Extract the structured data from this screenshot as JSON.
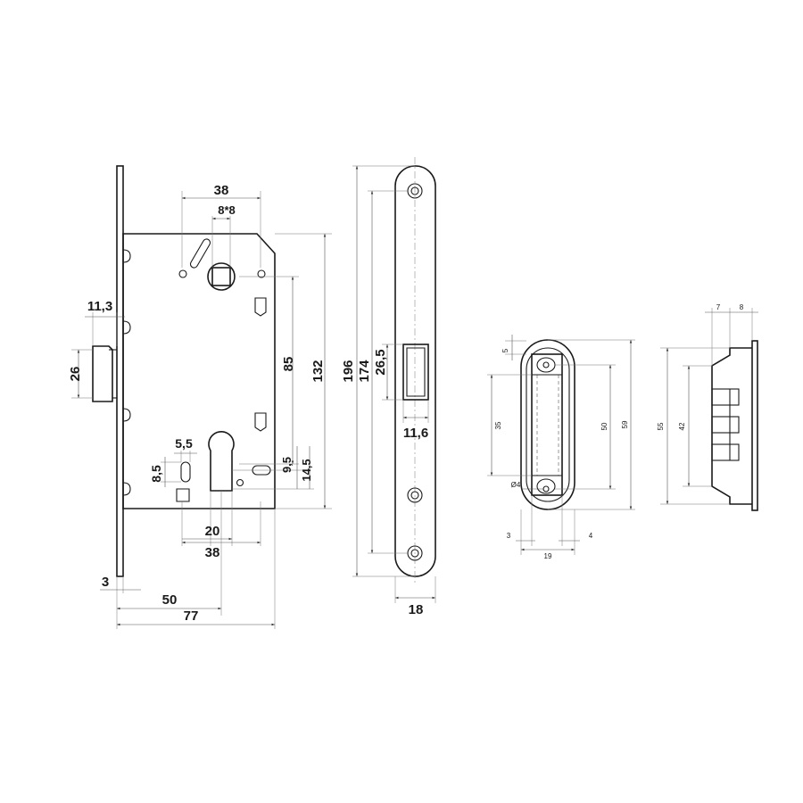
{
  "mortise_lock": {
    "dims": {
      "spindle_spacing_top": "38",
      "square_size": "8*8",
      "faceplate_to_latch": "11,3",
      "latch_height": "26",
      "handle_to_cylinder": "85",
      "case_height": "132",
      "cylinder_to_top_slot": "9,5",
      "cylinder_to_bottom": "14,5",
      "slot_width": "5,5",
      "slot_height": "8,5",
      "cylinder_width": "20",
      "spindle_spacing_bottom": "38",
      "faceplate_thickness": "3",
      "backset": "50",
      "case_depth": "77"
    }
  },
  "faceplate": {
    "dims": {
      "overall_height": "196",
      "screw_spacing": "174",
      "latch_opening_height": "26,5",
      "latch_opening_width": "11,6",
      "width": "18"
    }
  },
  "strike_front": {
    "dims": {
      "top_offset": "5",
      "pocket_height": "35",
      "screw_spacing": "50",
      "overall_height": "59",
      "hole_diameter": "Ø4",
      "edge_offset_left": "3",
      "edge_offset_right": "4",
      "width": "19"
    }
  },
  "strike_side": {
    "dims": {
      "depth_a": "7",
      "depth_b": "8",
      "overall_height": "55",
      "inner_height": "42"
    }
  }
}
